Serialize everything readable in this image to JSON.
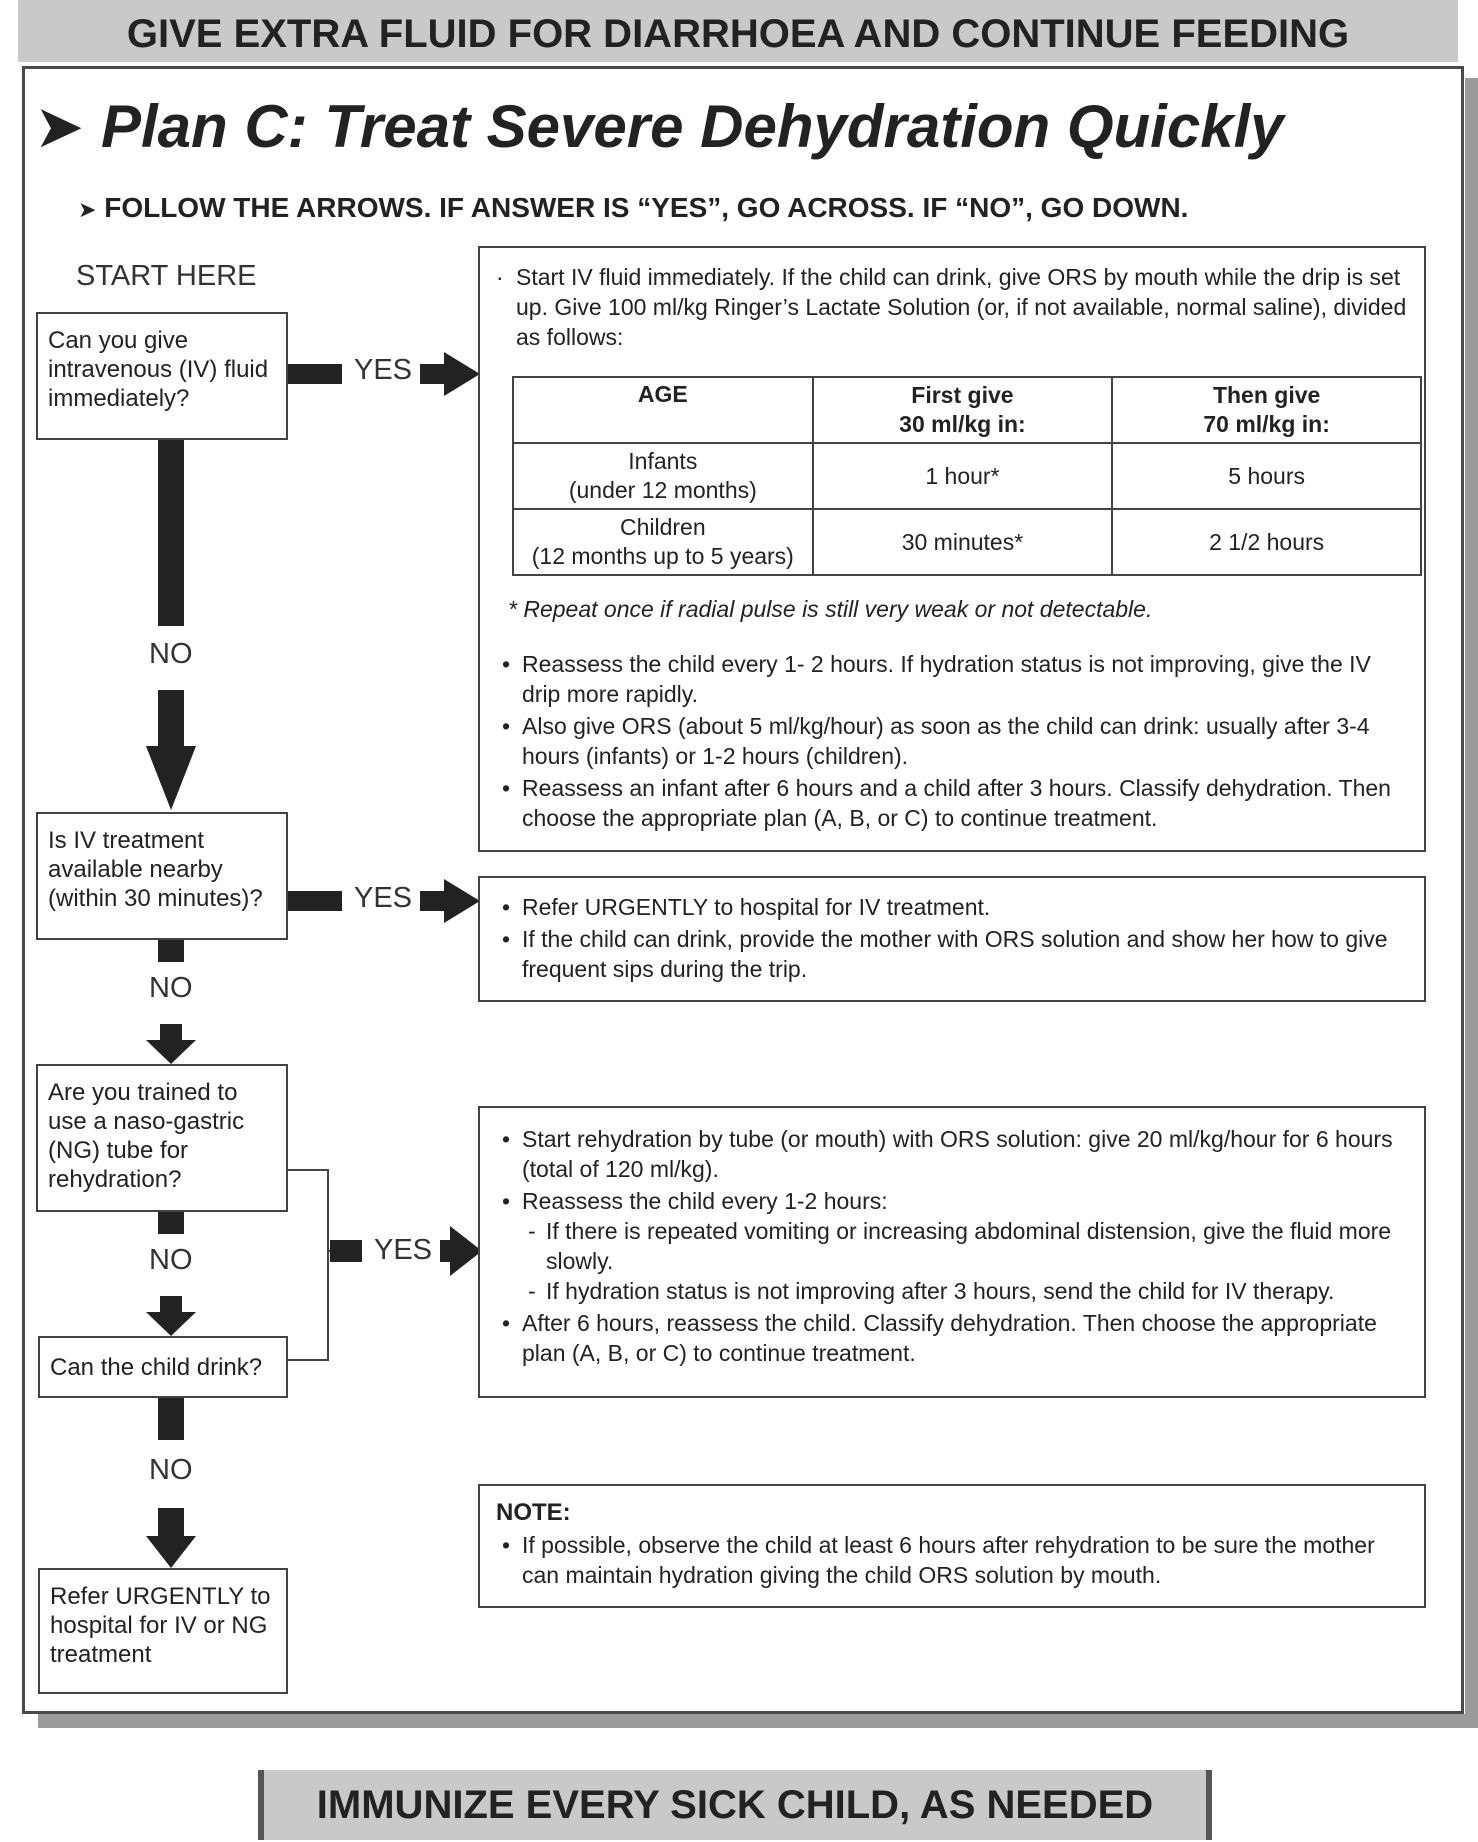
{
  "header": {
    "banner": "GIVE EXTRA FLUID FOR DIARRHOEA AND CONTINUE FEEDING"
  },
  "plan": {
    "title": "Plan C: Treat Severe Dehydration Quickly",
    "instruction": "FOLLOW THE ARROWS. IF ANSWER IS “YES”, GO ACROSS. IF “NO”, GO DOWN.",
    "start_label": "START HERE"
  },
  "labels": {
    "yes": "YES",
    "no": "NO"
  },
  "questions": {
    "q1": "Can you give intravenous (IV) fluid immediately?",
    "q2": "Is IV treatment available nearby (within 30 minutes)?",
    "q3": "Are you trained to use a naso-gastric (NG) tube for rehydration?",
    "q4": "Can the child drink?",
    "final": "Refer URGENTLY to hospital for IV or NG treatment"
  },
  "box_iv": {
    "intro": "Start IV fluid immediately. If the child can drink, give ORS by mouth while the drip is set up. Give 100 ml/kg Ringer’s Lactate Solution (or, if not available, normal saline), divided as follows:",
    "table": {
      "headers": [
        {
          "line1": "AGE",
          "line2": ""
        },
        {
          "line1": "First give",
          "line2": "30 ml/kg in:"
        },
        {
          "line1": "Then give",
          "line2": "70 ml/kg in:"
        }
      ],
      "rows": [
        {
          "age_line1": "Infants",
          "age_line2": "(under 12 months)",
          "first": "1 hour*",
          "then": "5 hours"
        },
        {
          "age_line1": "Children",
          "age_line2": "(12 months up to 5 years)",
          "first": "30 minutes*",
          "then": "2 1/2 hours"
        }
      ]
    },
    "footnote": "* Repeat once if radial pulse is still very weak or not detectable.",
    "bullets": [
      "Reassess the child every 1- 2 hours. If hydration status is not improving, give the IV drip more rapidly.",
      "Also give ORS (about 5 ml/kg/hour) as soon as the child can drink: usually after 3-4 hours (infants) or 1-2 hours (children).",
      "Reassess an infant after 6 hours and a child after 3 hours. Classify dehydration. Then choose the appropriate plan (A, B, or C) to continue treatment."
    ]
  },
  "box_refer": {
    "bullets": [
      "Refer URGENTLY to hospital for IV treatment.",
      "If the child can drink, provide the mother with ORS solution and show her how to give frequent sips during the trip."
    ]
  },
  "box_ng": {
    "bullet1": "Start rehydration by tube (or mouth) with ORS solution: give 20 ml/kg/hour for 6 hours (total of 120 ml/kg).",
    "bullet2": "Reassess the child every 1-2 hours:",
    "sub_bullets": [
      "If there is repeated vomiting or increasing abdominal distension, give the fluid more slowly.",
      "If hydration status is not improving after 3 hours, send the child for IV therapy."
    ],
    "bullet3": "After 6 hours, reassess the child. Classify dehydration. Then choose the appropriate plan (A, B, or C) to continue treatment."
  },
  "note": {
    "title": "NOTE:",
    "bullet": "If possible, observe the child at least 6 hours after rehydration to be sure the mother can maintain hydration giving the child ORS solution by mouth."
  },
  "footer": {
    "banner": "IMMUNIZE EVERY SICK CHILD, AS NEEDED"
  }
}
